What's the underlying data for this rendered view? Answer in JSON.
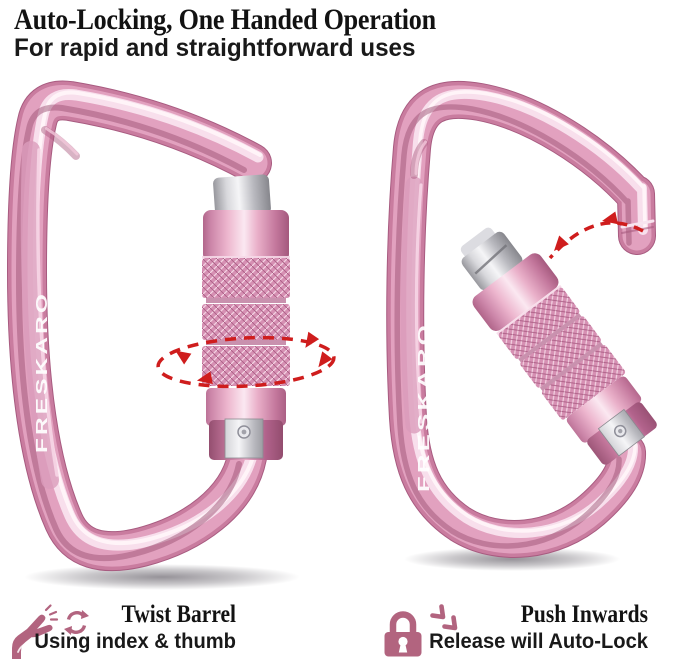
{
  "page": {
    "background_color": "#ffffff"
  },
  "header": {
    "title": "Auto-Locking, One Handed Operation",
    "subtitle": "For rapid and straightforward uses"
  },
  "product": {
    "brand": "FRESKARO",
    "body_color": "#e2a1bf",
    "highlight_color": "#f9e3ee",
    "dark_color": "#9e5376",
    "silver_color": "#d8d8dc",
    "arrow_color": "#cf1d1d",
    "left_figure": "pink carabiner, gate closed, twist-lock barrel with rotation arrows",
    "right_figure": "pink carabiner, gate pushed open inward with swing arrow"
  },
  "captions": {
    "icon_color": "#b2647f",
    "left": {
      "title": "Twist Barrel",
      "subtitle": "Using index & thumb",
      "icons": [
        "hand-pinch-icon",
        "rotate-icon"
      ]
    },
    "right": {
      "title": "Push Inwards",
      "subtitle": "Release will Auto-Lock",
      "icons": [
        "lock-icon",
        "push-inward-arrow-icon"
      ]
    }
  }
}
